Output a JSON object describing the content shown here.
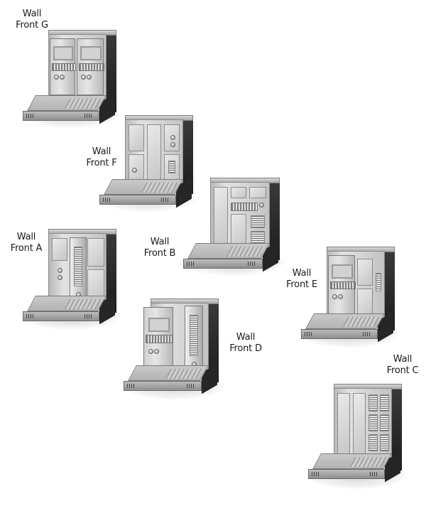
{
  "catalog": {
    "pieces": [
      {
        "id": "G",
        "line1": "Wall",
        "line2": "Front G"
      },
      {
        "id": "F",
        "line1": "Wall",
        "line2": "Front F"
      },
      {
        "id": "A",
        "line1": "Wall",
        "line2": "Front A"
      },
      {
        "id": "B",
        "line1": "Wall",
        "line2": "Front B"
      },
      {
        "id": "D",
        "line1": "Wall",
        "line2": "Front D"
      },
      {
        "id": "E",
        "line1": "Wall",
        "line2": "Front E"
      },
      {
        "id": "C",
        "line1": "Wall",
        "line2": "Front C"
      }
    ]
  },
  "colors": {
    "background": "#ffffff",
    "label_text": "#1a1a1a",
    "model_light": "#e2e2e2",
    "model_mid": "#b8b8b8",
    "model_dark": "#262626"
  }
}
